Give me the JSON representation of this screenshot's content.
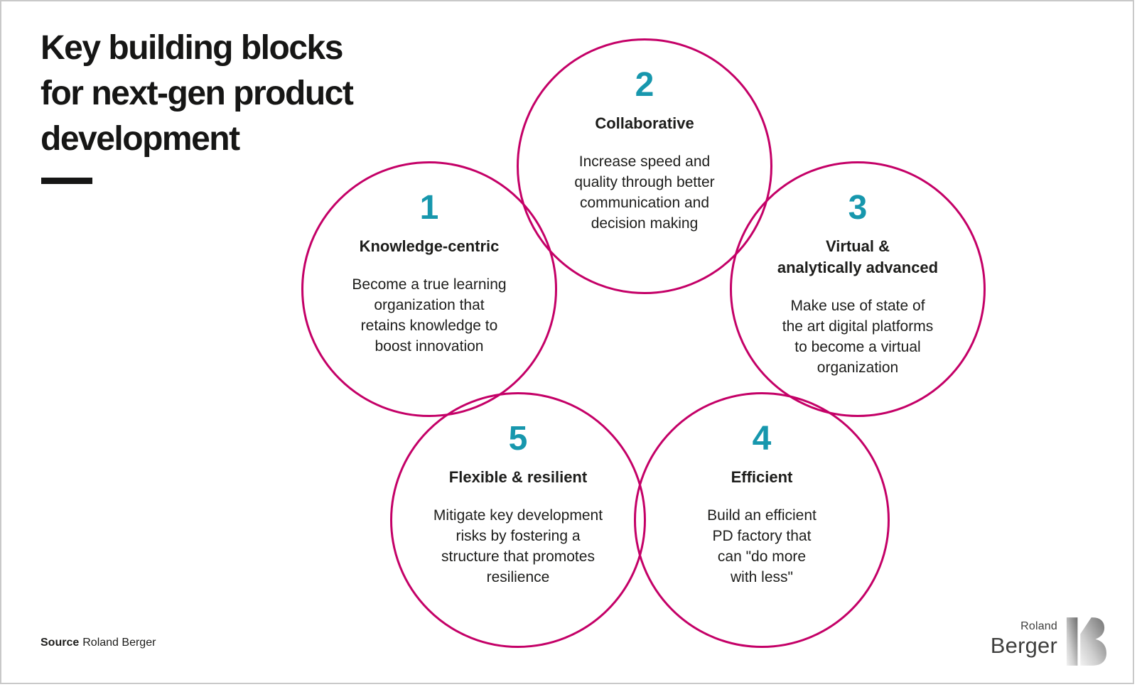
{
  "slide": {
    "title": "Key building blocks\nfor next-gen product\ndevelopment",
    "source_label": "Source",
    "source_text": "Roland Berger"
  },
  "colors": {
    "circle_stroke_pink": "#c40067",
    "number_teal": "#1797ad",
    "text_dark": "#1d1d1b",
    "logo_gray": "#3f3f3e",
    "frame_gray": "#c9c9c9"
  },
  "blocks": [
    {
      "number": "1",
      "title": "Knowledge-centric",
      "description": "Become a true learning\norganization that\nretains knowledge to\nboost innovation"
    },
    {
      "number": "2",
      "title": "Collaborative",
      "description": "Increase speed and\nquality through better\ncommunication and\ndecision making"
    },
    {
      "number": "3",
      "title": "Virtual &\nanalytically advanced",
      "description": "Make use of state of\nthe art digital platforms\nto become a virtual\norganization"
    },
    {
      "number": "4",
      "title": "Efficient",
      "description": "Build an efficient\nPD factory that\ncan \"do more\nwith less\""
    },
    {
      "number": "5",
      "title": "Flexible & resilient",
      "description": "Mitigate key development\nrisks by fostering a\nstructure that promotes\nresilience"
    }
  ],
  "logo": {
    "company_line1": "Roland",
    "company_line2": "Berger",
    "mark_icon": "rb-b-monogram"
  }
}
